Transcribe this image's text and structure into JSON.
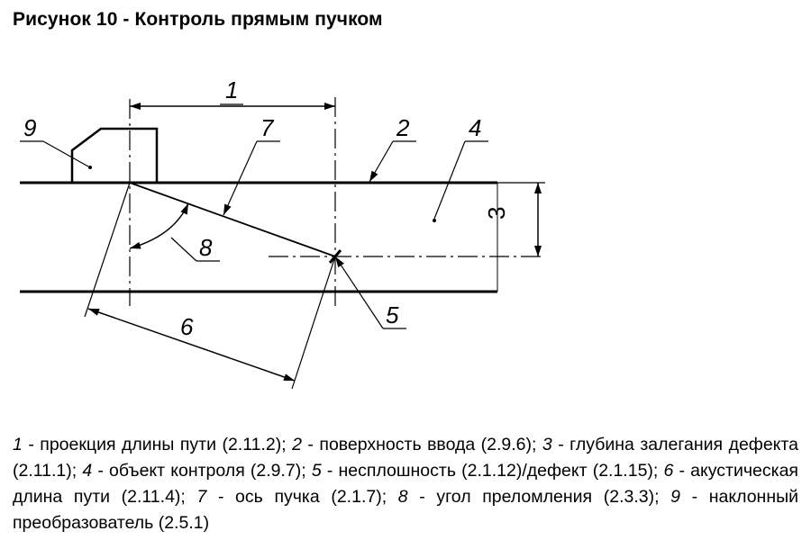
{
  "title": "Рисунок 10 - Контроль прямым пучком",
  "figure": {
    "labels": {
      "l1": "1",
      "l2": "2",
      "l3": "3",
      "l4": "4",
      "l5": "5",
      "l6": "6",
      "l7": "7",
      "l8": "8",
      "l9": "9"
    }
  },
  "legend": [
    {
      "num": "1",
      "text": " - проекция длины пути (2.11.2); "
    },
    {
      "num": "2",
      "text": " - поверхность ввода (2.9.6); "
    },
    {
      "num": "3",
      "text": " - глубина залегания дефекта (2.11.1); "
    },
    {
      "num": "4",
      "text": " - объект контроля (2.9.7); "
    },
    {
      "num": "5",
      "text": " - несплошность (2.1.12)/дефект (2.1.15); "
    },
    {
      "num": "6",
      "text": " - акустическая длина пути (2.11.4); "
    },
    {
      "num": "7",
      "text": " - ось пучка (2.1.7); "
    },
    {
      "num": "8",
      "text": " - угол преломления (2.3.3); "
    },
    {
      "num": "9",
      "text": " - наклонный преобразователь (2.5.1)"
    }
  ]
}
